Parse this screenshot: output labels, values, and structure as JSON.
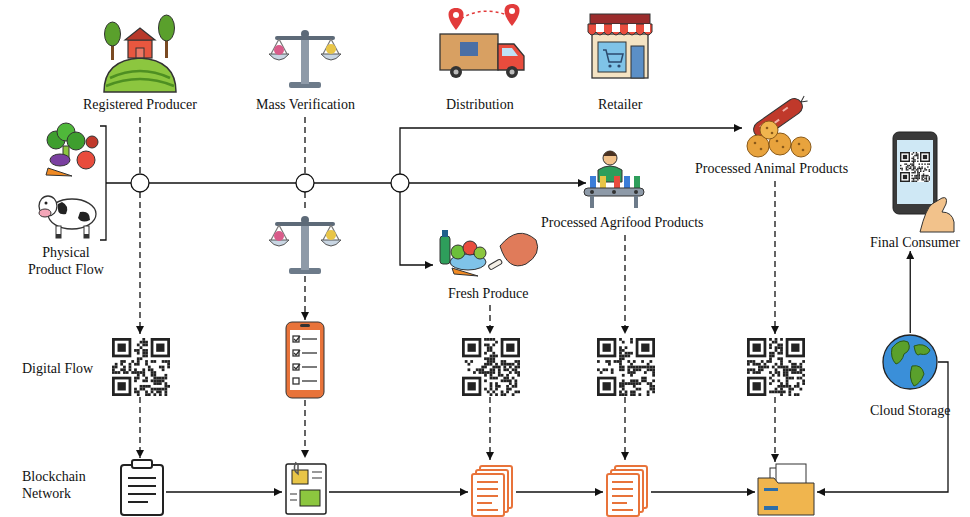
{
  "diagram": {
    "nodes": [
      {
        "text": [
          "Registered Producer"
        ]
      },
      {
        "text": [
          "Mass Verification"
        ]
      },
      {
        "text": [
          "Distribution"
        ]
      },
      {
        "text": [
          "Retailer"
        ]
      },
      {
        "text": [
          "Processed Animal Products"
        ]
      },
      {
        "text": [
          "Final Consumer"
        ]
      },
      {
        "text": [
          "Processed Agrifood Products"
        ]
      },
      {
        "text": [
          "Fresh Produce"
        ]
      },
      {
        "text": [
          "Cloud Storage"
        ]
      }
    ],
    "edges": [
      {
        "from": 8,
        "to": 5,
        "arrow": "to"
      }
    ],
    "labels": [
      "Physical Product Flow",
      "Digital Flow",
      "Blockchain Network"
    ]
  }
}
